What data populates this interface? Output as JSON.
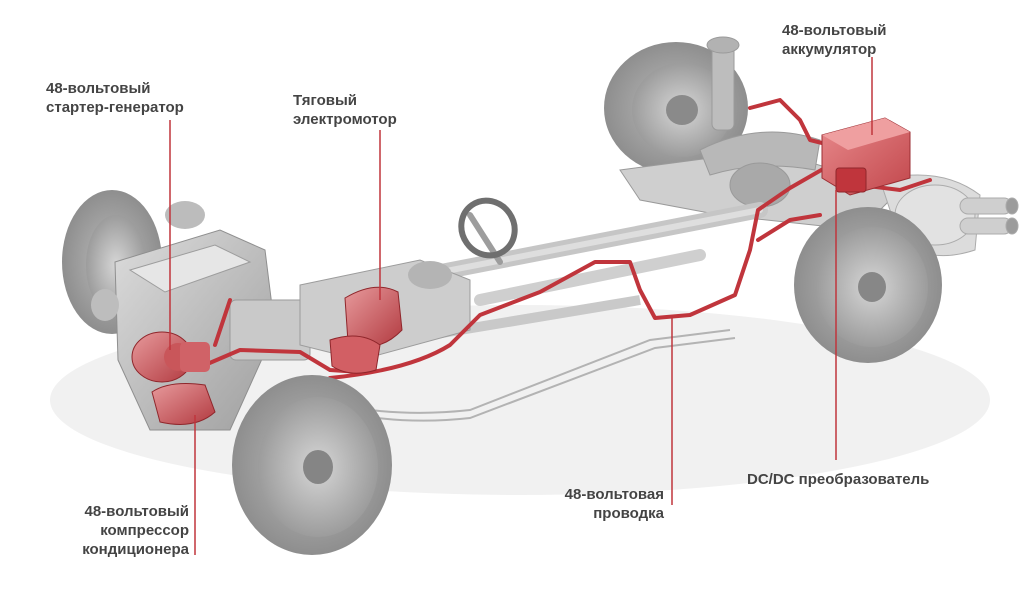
{
  "accent_color": "#c0353c",
  "label_color": "#444444",
  "labels": {
    "starter_generator": {
      "line1": "48-вольтовый",
      "line2": "стартер-генератор"
    },
    "traction_motor": {
      "line1": "Тяговый",
      "line2": "электромотор"
    },
    "battery": {
      "line1": "48-вольтовый",
      "line2": "аккумулятор"
    },
    "compressor": {
      "line1": "48-вольтовый",
      "line2": "компрессор",
      "line3": "кондиционера"
    },
    "wiring": {
      "line1": "48-вольтовая",
      "line2": "проводка"
    },
    "dcdc": {
      "line1": "DC/DC преобразователь"
    }
  }
}
